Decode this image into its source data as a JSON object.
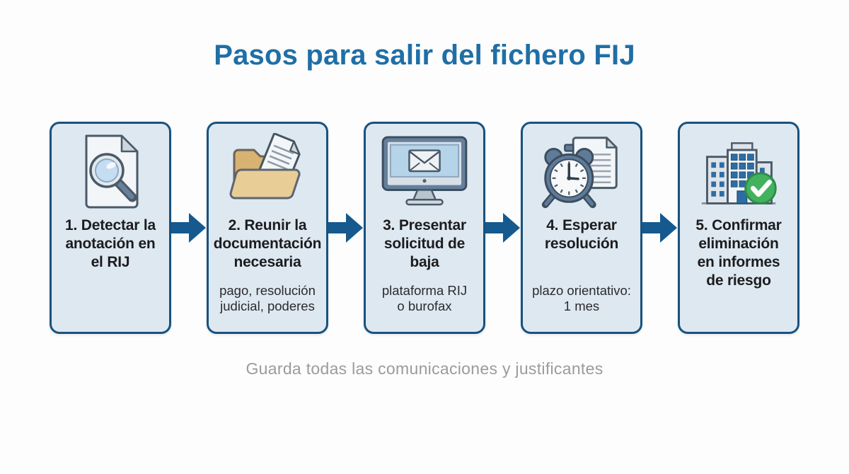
{
  "palette": {
    "title_blue": "#1f6fa6",
    "card_fill": "#dee8f1",
    "card_border": "#19527e",
    "arrow_blue": "#15598f",
    "step_text": "#1c1c1e",
    "note_gray": "#9b9b9b",
    "check_green": "#43b25e",
    "window_blue": "#2e6da4",
    "folder_tan": "#d7b272",
    "background": "#fdfdfd"
  },
  "header": {
    "title": "Pasos para salir del fichero FIJ"
  },
  "steps": [
    {
      "title": "1. Detectar la\nanotación en\nel RIJ",
      "subtitle": "",
      "icon": "document-search-icon"
    },
    {
      "title": "2. Reunir la\ndocumentación\nnecesaria",
      "subtitle": "pago, resolución\njudicial, poderes",
      "icon": "folder-documents-icon"
    },
    {
      "title": "3. Presentar\nsolicitud de\nbaja",
      "subtitle": "plataforma RIJ\no burofax",
      "icon": "monitor-email-icon"
    },
    {
      "title": "4. Esperar\nresolución",
      "subtitle": "plazo orientativo:\n1 mes",
      "icon": "alarm-clock-document-icon"
    },
    {
      "title": "5. Confirmar\neliminación\nen informes\nde riesgo",
      "subtitle": "",
      "icon": "building-check-icon"
    }
  ],
  "footer": {
    "note": "Guarda todas las comunicaciones y justificantes"
  }
}
